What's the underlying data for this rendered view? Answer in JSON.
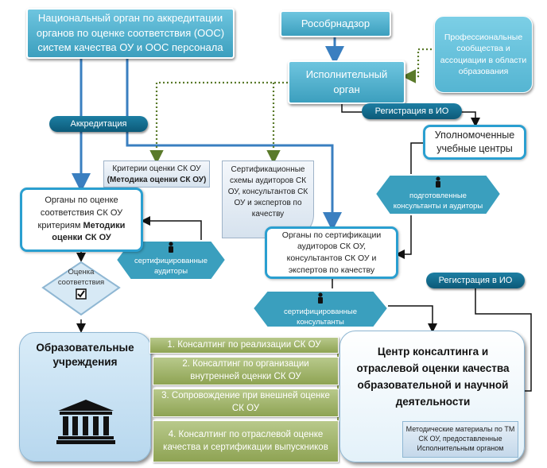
{
  "nodes": {
    "national_body": "Национальный орган по аккредитации органов по оценке соответствия (ООС) систем качества ОУ и ООС персонала",
    "rosobrnadzor": "Рособрнадзор",
    "prof_communities": "Профессиональные сообщества и ассоциации в области образования",
    "executive_body": "Исполнительный орган",
    "registration_io_top": "Регистрация в ИО",
    "accreditation": "Аккредитация",
    "authorized_centers": "Уполномоченные учебные центры",
    "criteria_doc": {
      "line1": "Критерии оценки СК ОУ",
      "line2": "(Методика оценки СК ОУ)"
    },
    "cert_schemes_doc": "Сертификационные схемы аудиторов СК ОУ, консультантов СК ОУ и экспертов по качеству",
    "trained_hex": "подготовленные консультанты и аудиторы",
    "assessment_bodies": {
      "text": "Органы по оценке соответствия СК ОУ критериям",
      "bold": "Методики оценки СК ОУ"
    },
    "cert_bodies": "Органы по сертификации аудиторов СК ОУ, консультантов СК ОУ и экспертов по качеству",
    "certified_auditors_hex": "сертифицированные аудиторы",
    "conformity_diamond": "Оценка соответствия",
    "certified_consultants_hex": "сертифицированные консультанты",
    "registration_io_bottom": "Регистрация в ИО",
    "educational_institutions": "Образовательные учреждения",
    "center": "Центр консалтинга и отраслевой оценки качества образовательной и научной деятельности",
    "method_materials": "Методические материалы по ТМ СК ОУ, предоставленные Исполнительным органом"
  },
  "services": [
    "1. Консалтинг по реализации СК ОУ",
    "2. Консалтинг по организации внутренней оценки СК ОУ",
    "3. Сопровождение при внешней оценке СК ОУ",
    "4. Консалтинг по отраслевой оценке качества и сертификации выпускников"
  ],
  "icons": {
    "person": "person-icon",
    "checkbox": "checkbox-icon",
    "building": "building-icon"
  },
  "colors": {
    "teal": "#4fb3d1",
    "dark_pill": "#0f6688",
    "outline_blue": "#2a9fd0",
    "green": "#9cb062",
    "light_blue": "#cfe7f4"
  }
}
